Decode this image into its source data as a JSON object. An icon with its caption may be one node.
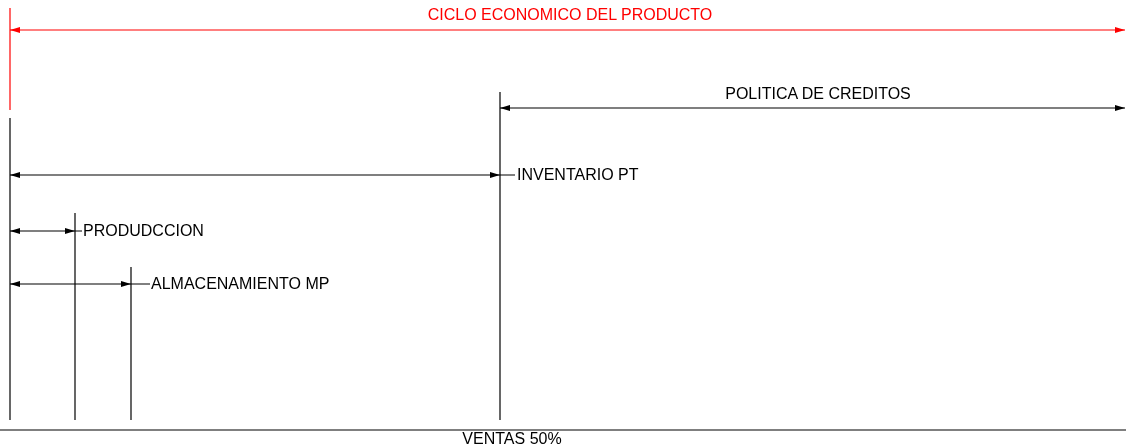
{
  "diagram": {
    "labels": [
      "CICLO ECONOMICO DEL PRODUCTO",
      "POLITICA DE CREDITOS",
      "INVENTARIO PT",
      "PRODUDCCION",
      "ALMACENAMIENTO MP",
      "VENTAS 50%"
    ]
  }
}
